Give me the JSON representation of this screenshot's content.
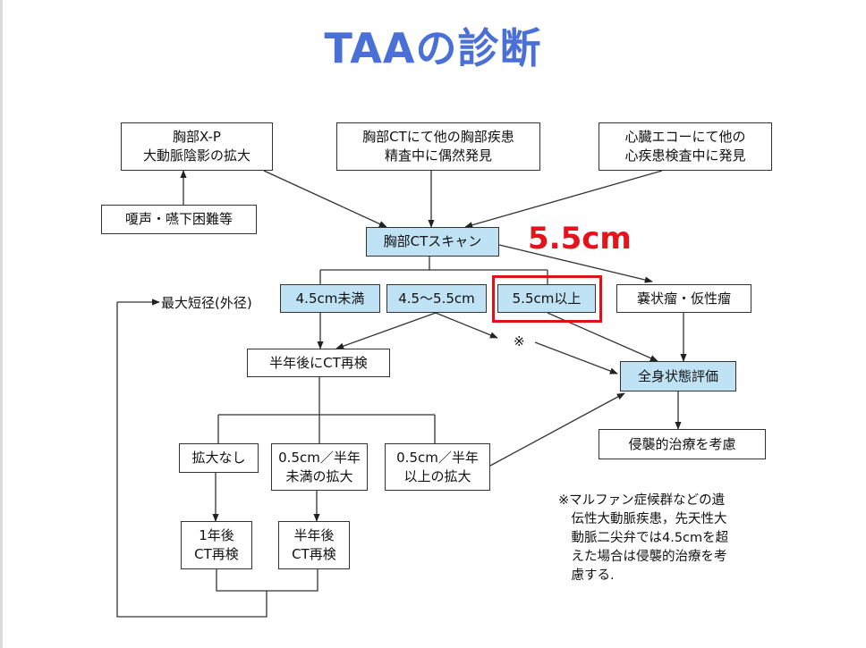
{
  "title": "TAAの診断",
  "highlight_label": "5.5cm",
  "nodes": {
    "chest_xray": "胸部X-P\n大動脈陰影の拡大",
    "hoarseness": "嗄声・嚥下困難等",
    "ct_incidental": "胸部CTにて他の胸部疾患\n精査中に偶然発見",
    "echo_incidental": "心臓エコーにて他の\n心疾患検査中に発見",
    "ct_scan": "胸部CTスキャン",
    "under_45": "4.5cm未満",
    "range_45_55": "4.5〜5.5cm",
    "over_55": "5.5cm以上",
    "saccular": "嚢状瘤・仮性瘤",
    "max_diameter": "最大短径(外径)",
    "ct_6months": "半年後にCT再検",
    "general_eval": "全身状態評価",
    "no_enlarge": "拡大なし",
    "enlarge_small": "0.5cm／半年\n未満の拡大",
    "enlarge_large": "0.5cm／半年\n以上の拡大",
    "invasive_treatment": "侵襲的治療を考慮",
    "recheck_1y": "1年後\nCT再検",
    "recheck_6m": "半年後\nCT再検"
  },
  "asterisk_mark": "※",
  "footnote": "※マルファン症候群などの遺\n　伝性大動脈疾患，先天性大\n　動脈二尖弁では4.5cmを超\n　えた場合は侵襲的治療を考\n　慮する."
}
